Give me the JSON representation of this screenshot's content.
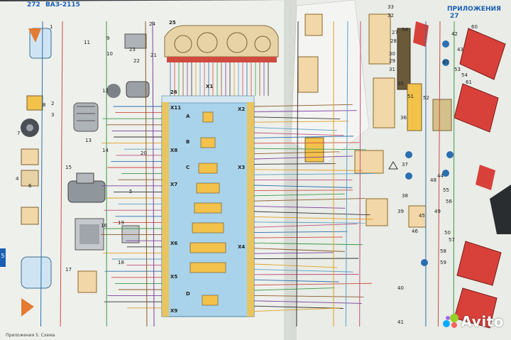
{
  "page_left": {
    "number": "272",
    "series_title": "ВАЗ-2115"
  },
  "page_right": {
    "section_title": "ПРИЛОЖЕНИЯ",
    "number": "27"
  },
  "side_tab": "5",
  "footnote": "Приложения 5. Схема",
  "block_labels": {
    "mounting_block": "26",
    "instrument_cluster": "25",
    "connectors_left": [
      "X11",
      "X8",
      "X7",
      "X6",
      "X5",
      "X9"
    ],
    "connectors_right": [
      "X2",
      "X3",
      "X4"
    ],
    "connector_top": "X1",
    "sub_connectors": [
      "A",
      "B",
      "C",
      "D"
    ]
  },
  "component_numbers_left": [
    "1",
    "2",
    "3",
    "4",
    "5",
    "6",
    "7",
    "8",
    "9",
    "10",
    "11",
    "12",
    "13",
    "14",
    "15",
    "16",
    "17",
    "18",
    "19",
    "20",
    "21",
    "22",
    "23",
    "24"
  ],
  "component_numbers_right": [
    "27",
    "28",
    "29",
    "30",
    "31",
    "32",
    "33",
    "34",
    "35",
    "36",
    "37",
    "38",
    "39",
    "40",
    "41",
    "42",
    "43",
    "44",
    "45",
    "46",
    "47",
    "48",
    "49",
    "50",
    "51",
    "52",
    "53",
    "54",
    "55",
    "56",
    "57",
    "58",
    "59",
    "60",
    "61"
  ],
  "watermark": "Avito",
  "colors": {
    "diagram_blue": "#a9d3ea",
    "page_bg": "#eef0ec",
    "connector_yellow": "#f2c24a",
    "lamp_red": "#d8413a",
    "header_blue": "#1a5fb4"
  }
}
